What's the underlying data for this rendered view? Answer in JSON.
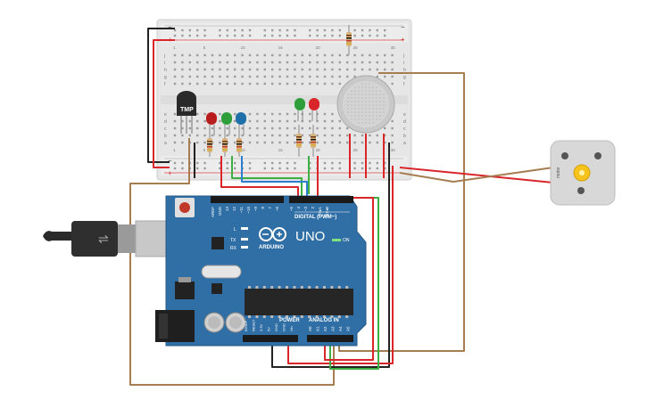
{
  "breadboard": {
    "rail_plus": "+",
    "rail_minus": "−",
    "col_numbers": [
      "1",
      "5",
      "10",
      "15",
      "20",
      "25",
      "30"
    ],
    "row_letters_top": [
      "j",
      "i",
      "h",
      "g",
      "f"
    ],
    "row_letters_bottom": [
      "e",
      "d",
      "c",
      "b",
      "a"
    ]
  },
  "components": {
    "temp_sensor_label": "TMP",
    "motor_label": "motor"
  },
  "arduino": {
    "brand": "ARDUINO",
    "model": "UNO",
    "digital_header": "DIGITAL (PWM~)",
    "analog_header": "ANALOG IN",
    "power_header": "POWER",
    "on_label": "ON",
    "led_l": "L",
    "led_tx": "TX",
    "led_rx": "RX",
    "top_pins": [
      "AREF",
      "GND",
      "13",
      "12",
      "~11",
      "~10",
      "~9",
      "8",
      "7",
      "~6",
      "~5",
      "4",
      "~3",
      "2",
      "TX▸1",
      "RX◂0"
    ],
    "power_pins": [
      "IOREF",
      "RESET",
      "3.3V",
      "5V",
      "GND",
      "GND",
      "Vin"
    ],
    "analog_pins": [
      "A0",
      "A1",
      "A2",
      "A3",
      "A4",
      "A5"
    ]
  },
  "colors": {
    "board_blue": "#2f6fa6",
    "breadboard": "#e8e8e8",
    "wire_red": "#d9262a",
    "wire_green": "#3cb043",
    "wire_brown": "#a67c52",
    "wire_black": "#222222",
    "wire_blue": "#2b7fd1"
  }
}
